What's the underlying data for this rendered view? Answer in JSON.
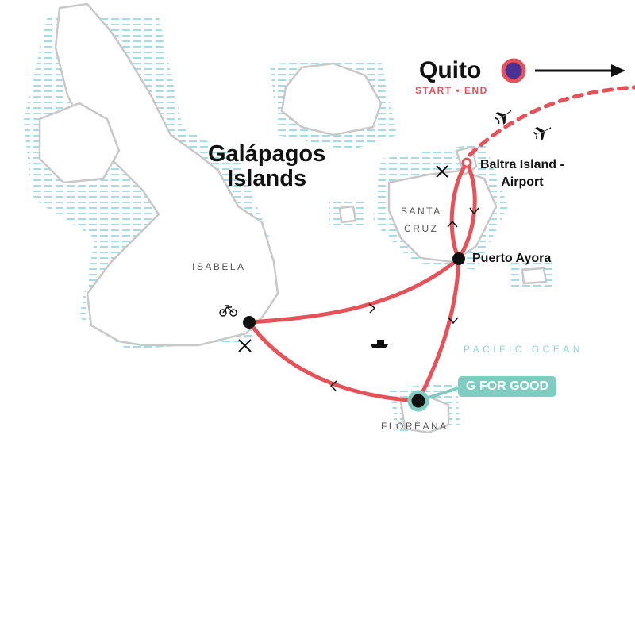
{
  "title": {
    "line1": "Galápagos",
    "line2": "Islands"
  },
  "start_end": {
    "city": "Quito",
    "tag": "START • END"
  },
  "places": {
    "baltra_line1": "Baltra Island -",
    "baltra_line2": "Airport",
    "puerto_ayora": "Puerto Ayora"
  },
  "islands": {
    "isabela": "ISABELA",
    "santa_cruz_1": "SANTA",
    "santa_cruz_2": "CRUZ",
    "floreana": "FLORÉANA"
  },
  "ocean": "PACIFIC OCEAN",
  "badge": "G FOR GOOD",
  "icons": [
    "plane-icon",
    "bicycle-icon",
    "kayak-paddles-icon",
    "boat-icon",
    "arrow-right-icon"
  ],
  "colors": {
    "route": "#e5525a",
    "start_dot": "#4a3192",
    "badge": "#7ecdc0",
    "water": "#8fd3df",
    "coast": "#c8c8c8"
  }
}
